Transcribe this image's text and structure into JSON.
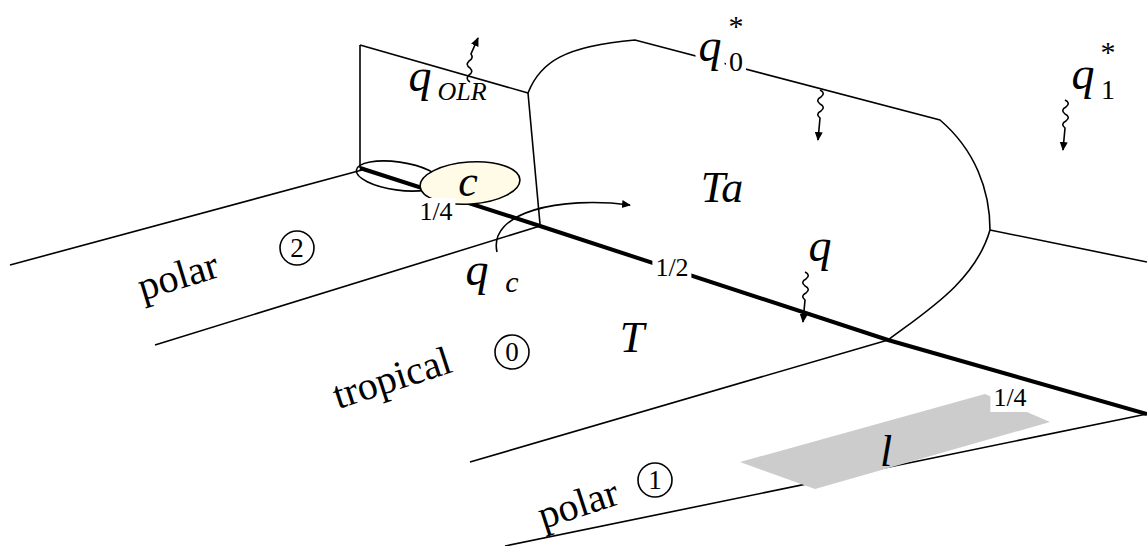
{
  "diagram": {
    "labels": [
      "c",
      "1/4",
      "polar",
      "2",
      "q",
      "c",
      "q",
      "OLR",
      "q",
      "*",
      "0",
      "Ta",
      "1/2",
      "q",
      "tropical",
      "0",
      "T",
      "1/4",
      "q",
      "*",
      "1",
      "l",
      "polar",
      "1"
    ]
  }
}
